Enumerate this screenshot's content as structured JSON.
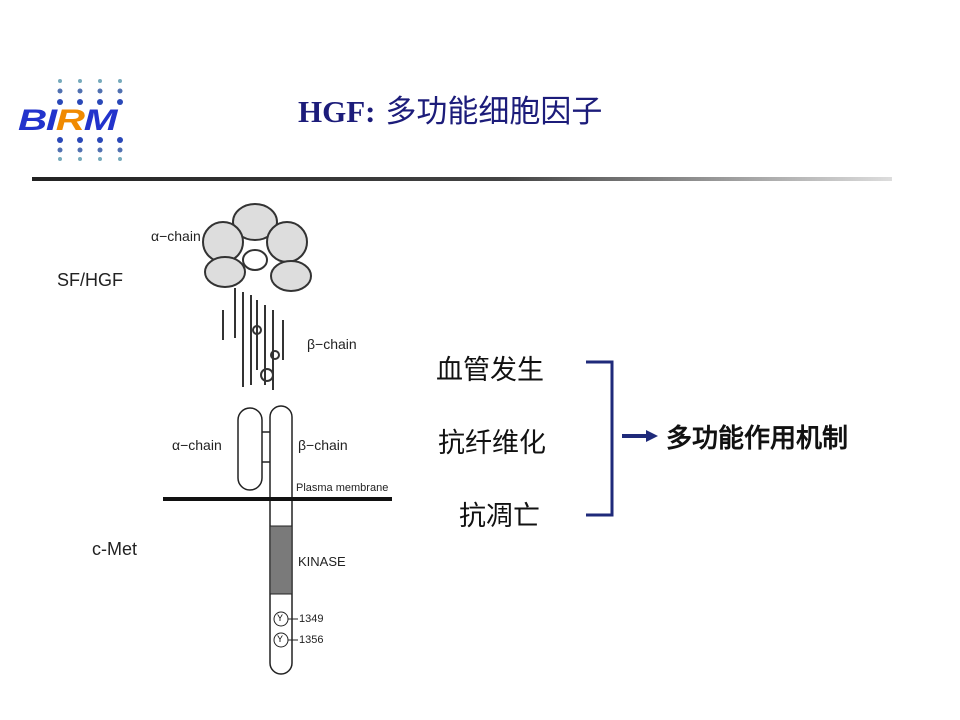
{
  "logo": {
    "text_main": "BI",
    "text_accent": "R",
    "text_end": "M"
  },
  "title": {
    "prefix": "HGF:",
    "text": " 多功能细胞因子"
  },
  "figure": {
    "hgf_label": "SF/HGF",
    "alpha_chain": "α−chain",
    "beta_chain": "β−chain",
    "cmet_label": "c-Met",
    "cmet_alpha": "α−chain",
    "cmet_beta": "β−chain",
    "membrane": "Plasma membrane",
    "kinase": "KINASE",
    "tyr_symbol": "Y",
    "sites": [
      "1349",
      "1356"
    ]
  },
  "functions": [
    "血管发生",
    "抗纤维化",
    "抗凋亡"
  ],
  "result": "多功能作用机制",
  "colors": {
    "title": "#1c1c7a",
    "bracket": "#1f2a7a"
  }
}
